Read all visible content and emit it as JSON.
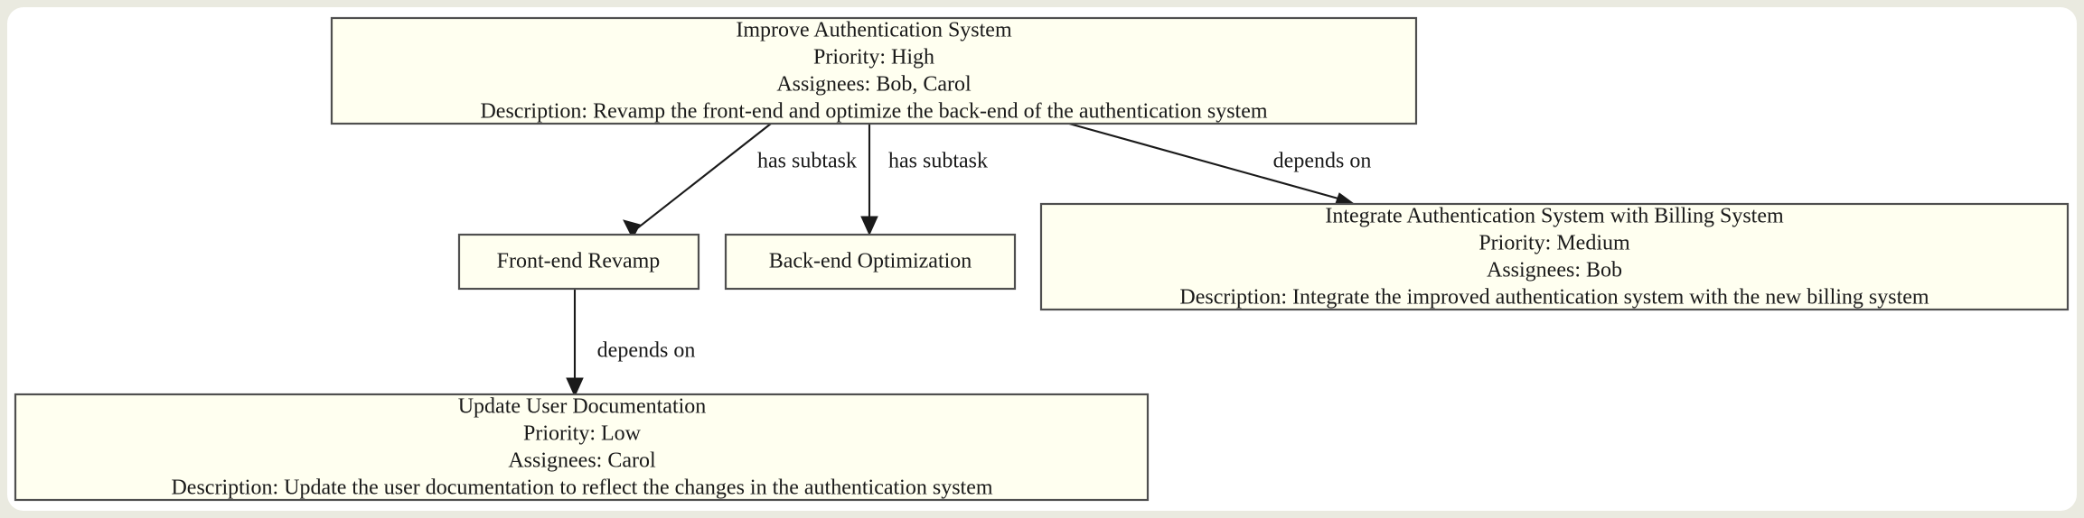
{
  "canvas": {
    "background": "#eaeae0",
    "surface": "#ffffff",
    "node_fill": "#fffff0",
    "node_stroke": "#4f4f4f",
    "edge_color": "#1a1a1a",
    "text_color": "#1a1a1a"
  },
  "diagram": {
    "type": "directed-graph",
    "nodes": [
      {
        "id": "improve-authentication-system",
        "lines": [
          "Improve Authentication System",
          "Priority: High",
          "Assignees: Bob, Carol",
          "Description: Revamp the front-end and optimize the back-end of the authentication system"
        ],
        "title": "Improve Authentication System",
        "priority": "High",
        "assignees": "Bob, Carol",
        "description": "Revamp the front-end and optimize the back-end of the authentication system"
      },
      {
        "id": "front-end-revamp",
        "lines": [
          "Front-end Revamp"
        ],
        "title": "Front-end Revamp"
      },
      {
        "id": "back-end-optimization",
        "lines": [
          "Back-end Optimization"
        ],
        "title": "Back-end Optimization"
      },
      {
        "id": "integrate-authentication-system-with-billing-system",
        "lines": [
          "Integrate Authentication System with Billing System",
          "Priority: Medium",
          "Assignees: Bob",
          "Description: Integrate the improved authentication system with the new billing system"
        ],
        "title": "Integrate Authentication System with Billing System",
        "priority": "Medium",
        "assignees": "Bob",
        "description": "Integrate the improved authentication system with the new billing system"
      },
      {
        "id": "update-user-documentation",
        "lines": [
          "Update User Documentation",
          "Priority: Low",
          "Assignees: Carol",
          "Description: Update the user documentation to reflect the changes in the authentication system"
        ],
        "title": "Update User Documentation",
        "priority": "Low",
        "assignees": "Carol",
        "description": "Update the user documentation to reflect the changes in the authentication system"
      }
    ],
    "edges": [
      {
        "id": "edge-improve-to-frontend",
        "from": "improve-authentication-system",
        "to": "front-end-revamp",
        "label": "has subtask"
      },
      {
        "id": "edge-improve-to-backend",
        "from": "improve-authentication-system",
        "to": "back-end-optimization",
        "label": "has subtask"
      },
      {
        "id": "edge-improve-to-integrate",
        "from": "improve-authentication-system",
        "to": "integrate-authentication-system-with-billing-system",
        "label": "depends on"
      },
      {
        "id": "edge-frontend-to-docs",
        "from": "front-end-revamp",
        "to": "update-user-documentation",
        "label": "depends on"
      }
    ]
  },
  "node1": {
    "line1": "Improve Authentication System",
    "line2": "Priority: High",
    "line3": "Assignees: Bob, Carol",
    "line4": "Description: Revamp the front-end and optimize the back-end of the authentication system"
  },
  "node2": {
    "line1": "Front-end Revamp"
  },
  "node3": {
    "line1": "Back-end Optimization"
  },
  "node4": {
    "line1": "Integrate Authentication System with Billing System",
    "line2": "Priority: Medium",
    "line3": "Assignees: Bob",
    "line4": "Description: Integrate the improved authentication system with the new billing system"
  },
  "node5": {
    "line1": "Update User Documentation",
    "line2": "Priority: Low",
    "line3": "Assignees: Carol",
    "line4": "Description: Update the user documentation to reflect the changes in the authentication system"
  },
  "labels": {
    "has_subtask_left": "has subtask",
    "has_subtask_right": "has subtask",
    "depends_on_right": "depends on",
    "depends_on_bottom": "depends on"
  }
}
